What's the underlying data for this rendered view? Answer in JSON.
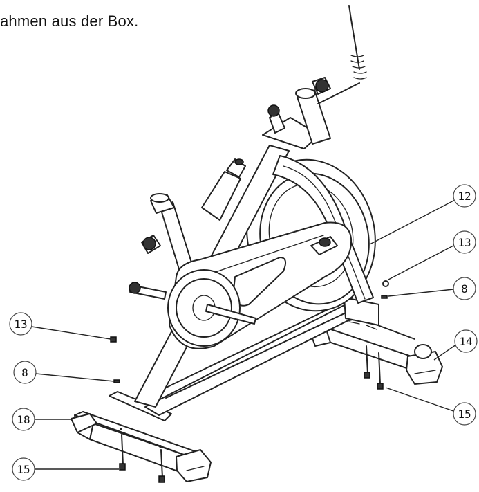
{
  "heading": "ahmen aus der Box.",
  "callouts": [
    {
      "id": "c12a",
      "label": "12"
    },
    {
      "id": "c13a",
      "label": "13"
    },
    {
      "id": "c8a",
      "label": "8"
    },
    {
      "id": "c14",
      "label": "14"
    },
    {
      "id": "c15a",
      "label": "15"
    },
    {
      "id": "c13b",
      "label": "13"
    },
    {
      "id": "c8b",
      "label": "8"
    },
    {
      "id": "c18",
      "label": "18"
    },
    {
      "id": "c15b",
      "label": "15"
    }
  ]
}
